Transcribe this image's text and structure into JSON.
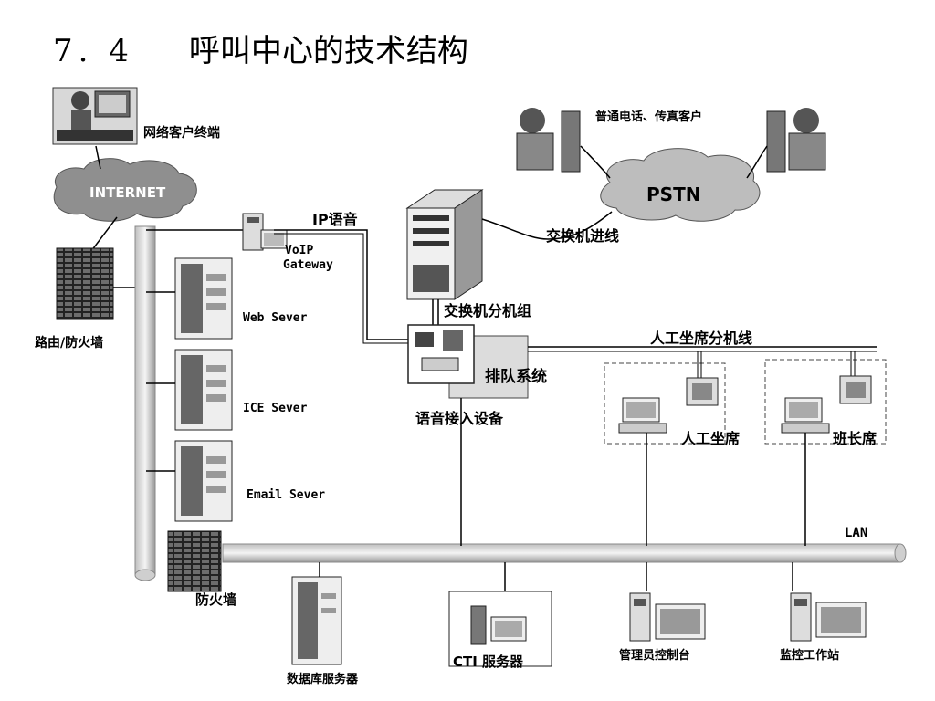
{
  "title": {
    "number": "7. 4",
    "text": "呼叫中心的技术结构"
  },
  "labels": {
    "net_client": "网络客户终端",
    "internet": "INTERNET",
    "router_firewall": "路由/防火墙",
    "voip_gateway_line1": "VoIP",
    "voip_gateway_line2": "Gateway",
    "ip_voice": "IP语音",
    "web_server": "Web Sever",
    "ice_server": "ICE Sever",
    "email_server": "Email Sever",
    "firewall": "防火墙",
    "pstn_clients": "普通电话、传真客户",
    "pstn": "PSTN",
    "switch_incoming": "交换机进线",
    "switch_extension_group": "交换机分机组",
    "queue_system": "排队系统",
    "voice_access": "语音接入设备",
    "agent_extension_line": "人工坐席分机线",
    "agent_seat": "人工坐席",
    "supervisor_seat": "班长席",
    "lan": "LAN",
    "db_server": "数据库服务器",
    "cti_server": "CTI 服务器",
    "admin_console": "管理员控制台",
    "monitor_station": "监控工作站"
  }
}
